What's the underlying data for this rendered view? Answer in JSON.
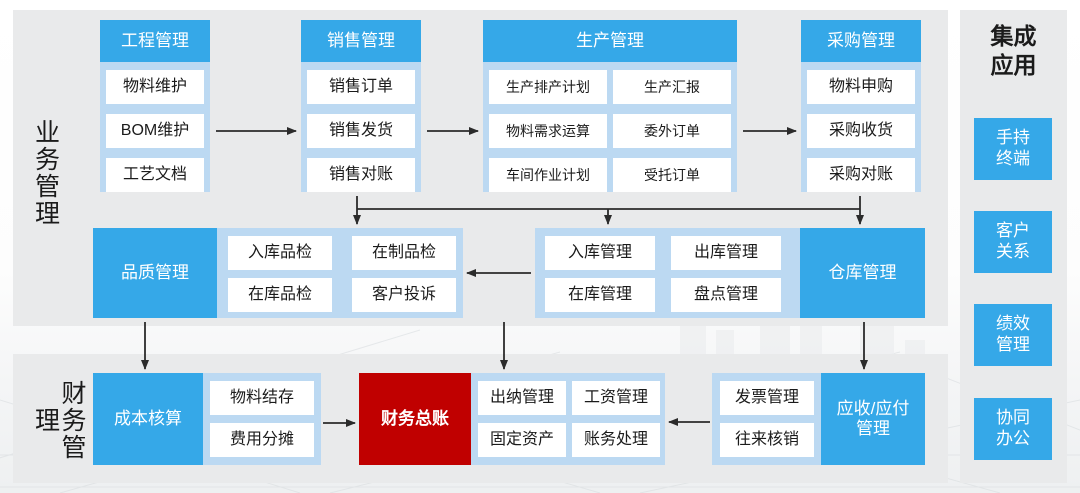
{
  "theme": {
    "accent_blue": "#35a8e8",
    "group_fill": "#bcd9f2",
    "panel_gray": "#e9eaeb",
    "tile_white": "#ffffff",
    "accent_red": "#c00000",
    "text_dark": "#1b1b1b"
  },
  "sections": {
    "business": {
      "title": "业务管理"
    },
    "finance": {
      "title": "财务管理"
    },
    "integration": {
      "title": "集成应用",
      "title_line1": "集成",
      "title_line2": "应用",
      "chips": [
        {
          "line1": "手持",
          "line2": "终端",
          "label": "手持终端"
        },
        {
          "line1": "客户",
          "line2": "关系",
          "label": "客户关系"
        },
        {
          "line1": "绩效",
          "line2": "管理",
          "label": "绩效管理"
        },
        {
          "line1": "协同",
          "line2": "办公",
          "label": "协同办公"
        }
      ]
    }
  },
  "groups": {
    "engineering": {
      "header": "工程管理",
      "tiles": [
        "物料维护",
        "BOM维护",
        "工艺文档"
      ]
    },
    "sales": {
      "header": "销售管理",
      "tiles": [
        "销售订单",
        "销售发货",
        "销售对账"
      ]
    },
    "production": {
      "header": "生产管理",
      "tiles_left": [
        "生产排产计划",
        "物料需求运算",
        "车间作业计划"
      ],
      "tiles_right": [
        "生产汇报",
        "委外订单",
        "受托订单"
      ]
    },
    "purchasing": {
      "header": "采购管理",
      "tiles": [
        "物料申购",
        "采购收货",
        "采购对账"
      ]
    },
    "quality": {
      "header": "品质管理",
      "tiles": [
        "入库品检",
        "在制品检",
        "在库品检",
        "客户投诉"
      ]
    },
    "warehouse": {
      "header": "仓库管理",
      "tiles": [
        "入库管理",
        "出库管理",
        "在库管理",
        "盘点管理"
      ]
    },
    "cost": {
      "header": "成本核算",
      "tiles": [
        "物料结存",
        "费用分摊"
      ]
    },
    "ledger": {
      "header": "财务总账",
      "tiles": [
        "出纳管理",
        "工资管理",
        "固定资产",
        "账务处理"
      ]
    },
    "receivable": {
      "header": "应收/应付管理",
      "header_line1": "应收/应付",
      "header_line2": "管理",
      "tiles": [
        "发票管理",
        "往来核销"
      ]
    }
  }
}
